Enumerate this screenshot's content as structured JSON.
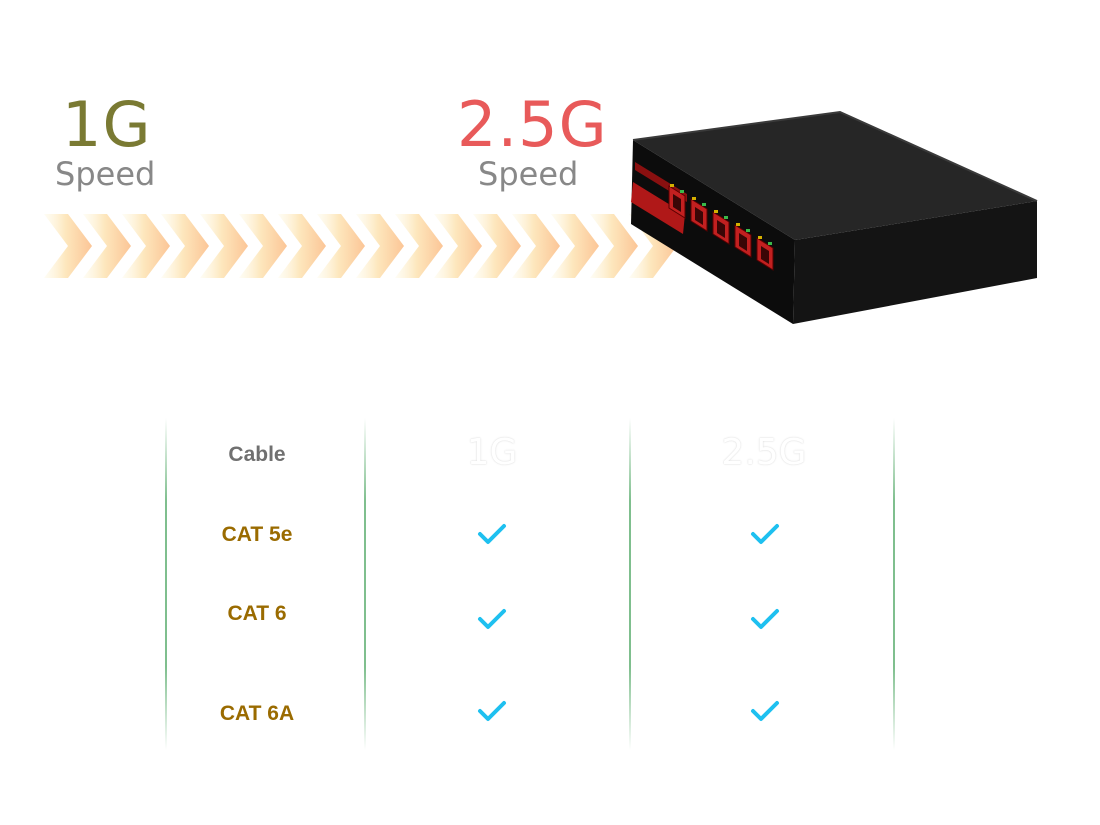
{
  "hero": {
    "left": {
      "number": "1G",
      "label": "Speed"
    },
    "right": {
      "number": "2.5G",
      "label": "Speed"
    }
  },
  "table": {
    "headers": [
      "Cable",
      "1G",
      "2.5G"
    ],
    "rows": [
      {
        "cable": "CAT 5e",
        "g1": true,
        "g25": true
      },
      {
        "cable": "CAT 6",
        "g1": true,
        "g25": true
      },
      {
        "cable": "CAT 6A",
        "g1": true,
        "g25": true
      }
    ]
  },
  "colors": {
    "g1": "#7a7a33",
    "g25": "#e85a5a",
    "check": "#1ec0f0",
    "cable_label": "#9a6b00"
  }
}
